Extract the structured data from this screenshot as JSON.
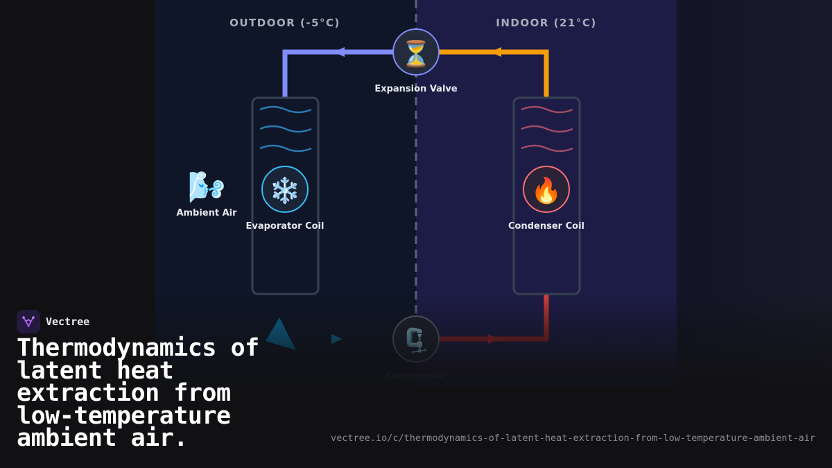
{
  "diagram": {
    "zones": {
      "outdoor_label": "OUTDOOR (-5°C)",
      "indoor_label": "INDOOR (21°C)"
    },
    "components": {
      "expansion_valve": {
        "label": "Expansion Valve",
        "icon": "hourglass-icon",
        "glyph": "⏳"
      },
      "evaporator_coil": {
        "label": "Evaporator Coil",
        "icon": "snowflake-icon",
        "glyph": "❄️"
      },
      "condenser_coil": {
        "label": "Condenser Coil",
        "icon": "fire-icon",
        "glyph": "🔥"
      },
      "compressor": {
        "label": "Compressor",
        "icon": "clamp-icon",
        "glyph": "🗜️"
      },
      "ambient_air": {
        "label": "Ambient Air",
        "icon": "wind-face-icon",
        "glyph": "🌬️"
      }
    },
    "colors": {
      "outdoor_bg": "#0e1628",
      "indoor_bg": "#1d1c47",
      "cold_pipe": "#818cf8",
      "warm_pipe": "#f59e0b",
      "cold_suction_pipe": "#0ea5e9",
      "hot_discharge_pipe": "#dc2626",
      "evaporator_accent": "#38bdf8",
      "condenser_accent": "#f87171"
    }
  },
  "brand": {
    "name": "Vectree",
    "logo_icon": "vectree-logo-icon"
  },
  "headline": "Thermodynamics of latent heat extraction from low-temperature ambient air.",
  "url": "vectree.io/c/thermodynamics-of-latent-heat-extraction-from-low-temperature-ambient-air"
}
